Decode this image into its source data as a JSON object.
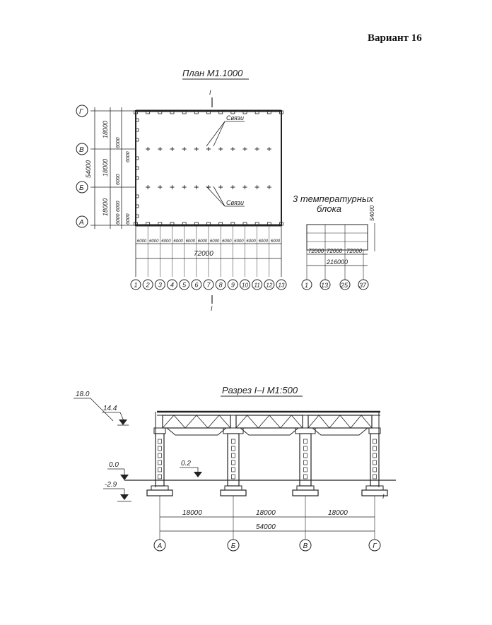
{
  "header": {
    "variant": "Вариант 16"
  },
  "plan": {
    "title": "План М1.1000",
    "cut_mark": "I",
    "row_axes": [
      "Г",
      "В",
      "Б",
      "А"
    ],
    "left_dims": [
      "18000",
      "18000",
      "18000",
      "6000",
      "6000",
      "6000",
      "6000",
      "6000",
      "6000"
    ],
    "total_height": "54000",
    "bay_dims": [
      "6000",
      "6000",
      "6000",
      "6000",
      "6000",
      "6000",
      "6000",
      "6000",
      "6000",
      "6000",
      "6000",
      "6000"
    ],
    "total_length": "72000",
    "column_axes": [
      "1",
      "2",
      "3",
      "4",
      "5",
      "6",
      "7",
      "8",
      "9",
      "10",
      "11",
      "12",
      "13"
    ],
    "bracing_label": "Связи"
  },
  "blocks": {
    "caption_line1": "3 температурных",
    "caption_line2": "блока",
    "height_dim": "54000",
    "block_dims": [
      "72000",
      "72000",
      "72000"
    ],
    "total": "216000",
    "axes": [
      "1",
      "13",
      "25",
      "37"
    ]
  },
  "section": {
    "title": "Разрез I–I М1:500",
    "elevations": [
      "18.0",
      "14.4",
      "0.0",
      "0.2",
      "-2.9"
    ],
    "span_dims": [
      "18000",
      "18000",
      "18000"
    ],
    "total": "54000",
    "axes": [
      "А",
      "Б",
      "В",
      "Г"
    ],
    "cut_mark": "I"
  }
}
